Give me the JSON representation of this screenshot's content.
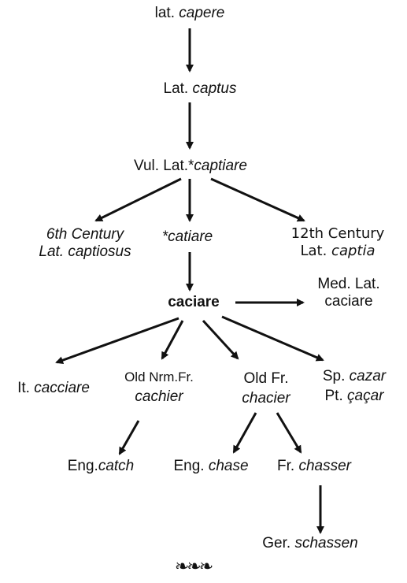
{
  "nodes": {
    "capere": {
      "prefix": "lat. ",
      "word": "capere"
    },
    "captus": {
      "prefix": "Lat. ",
      "word": "captus"
    },
    "captiare": {
      "prefix": "Vul. Lat.*",
      "word": "captiare"
    },
    "captiosus": {
      "line1": "6th Century",
      "line2": "Lat. captiosus"
    },
    "catiare": {
      "word": "*catiare"
    },
    "captia": {
      "line1": "12th Century",
      "prefix": "Lat. ",
      "word": "captia"
    },
    "caciare": {
      "word": "caciare"
    },
    "med_caciare": {
      "line1": "Med. Lat.",
      "line2": "caciare"
    },
    "cacciare": {
      "prefix": "It. ",
      "word": "cacciare"
    },
    "cachier": {
      "line1": "Old Nrm.Fr.",
      "word": "cachier"
    },
    "chacier": {
      "line1": "Old Fr.",
      "word": "chacier"
    },
    "cazar": {
      "prefix1": "Sp. ",
      "word1": "cazar",
      "prefix2": "Pt. ",
      "word2": "çaçar"
    },
    "catch": {
      "prefix": "Eng.",
      "word": "catch"
    },
    "chase": {
      "prefix": "Eng. ",
      "word": "chase"
    },
    "chasser": {
      "prefix": "Fr. ",
      "word": "chasser"
    },
    "schassen": {
      "prefix": "Ger. ",
      "word": "schassen"
    }
  },
  "ornament": "❧❧❧",
  "colors": {
    "ink": "#111111",
    "background": "#ffffff"
  }
}
